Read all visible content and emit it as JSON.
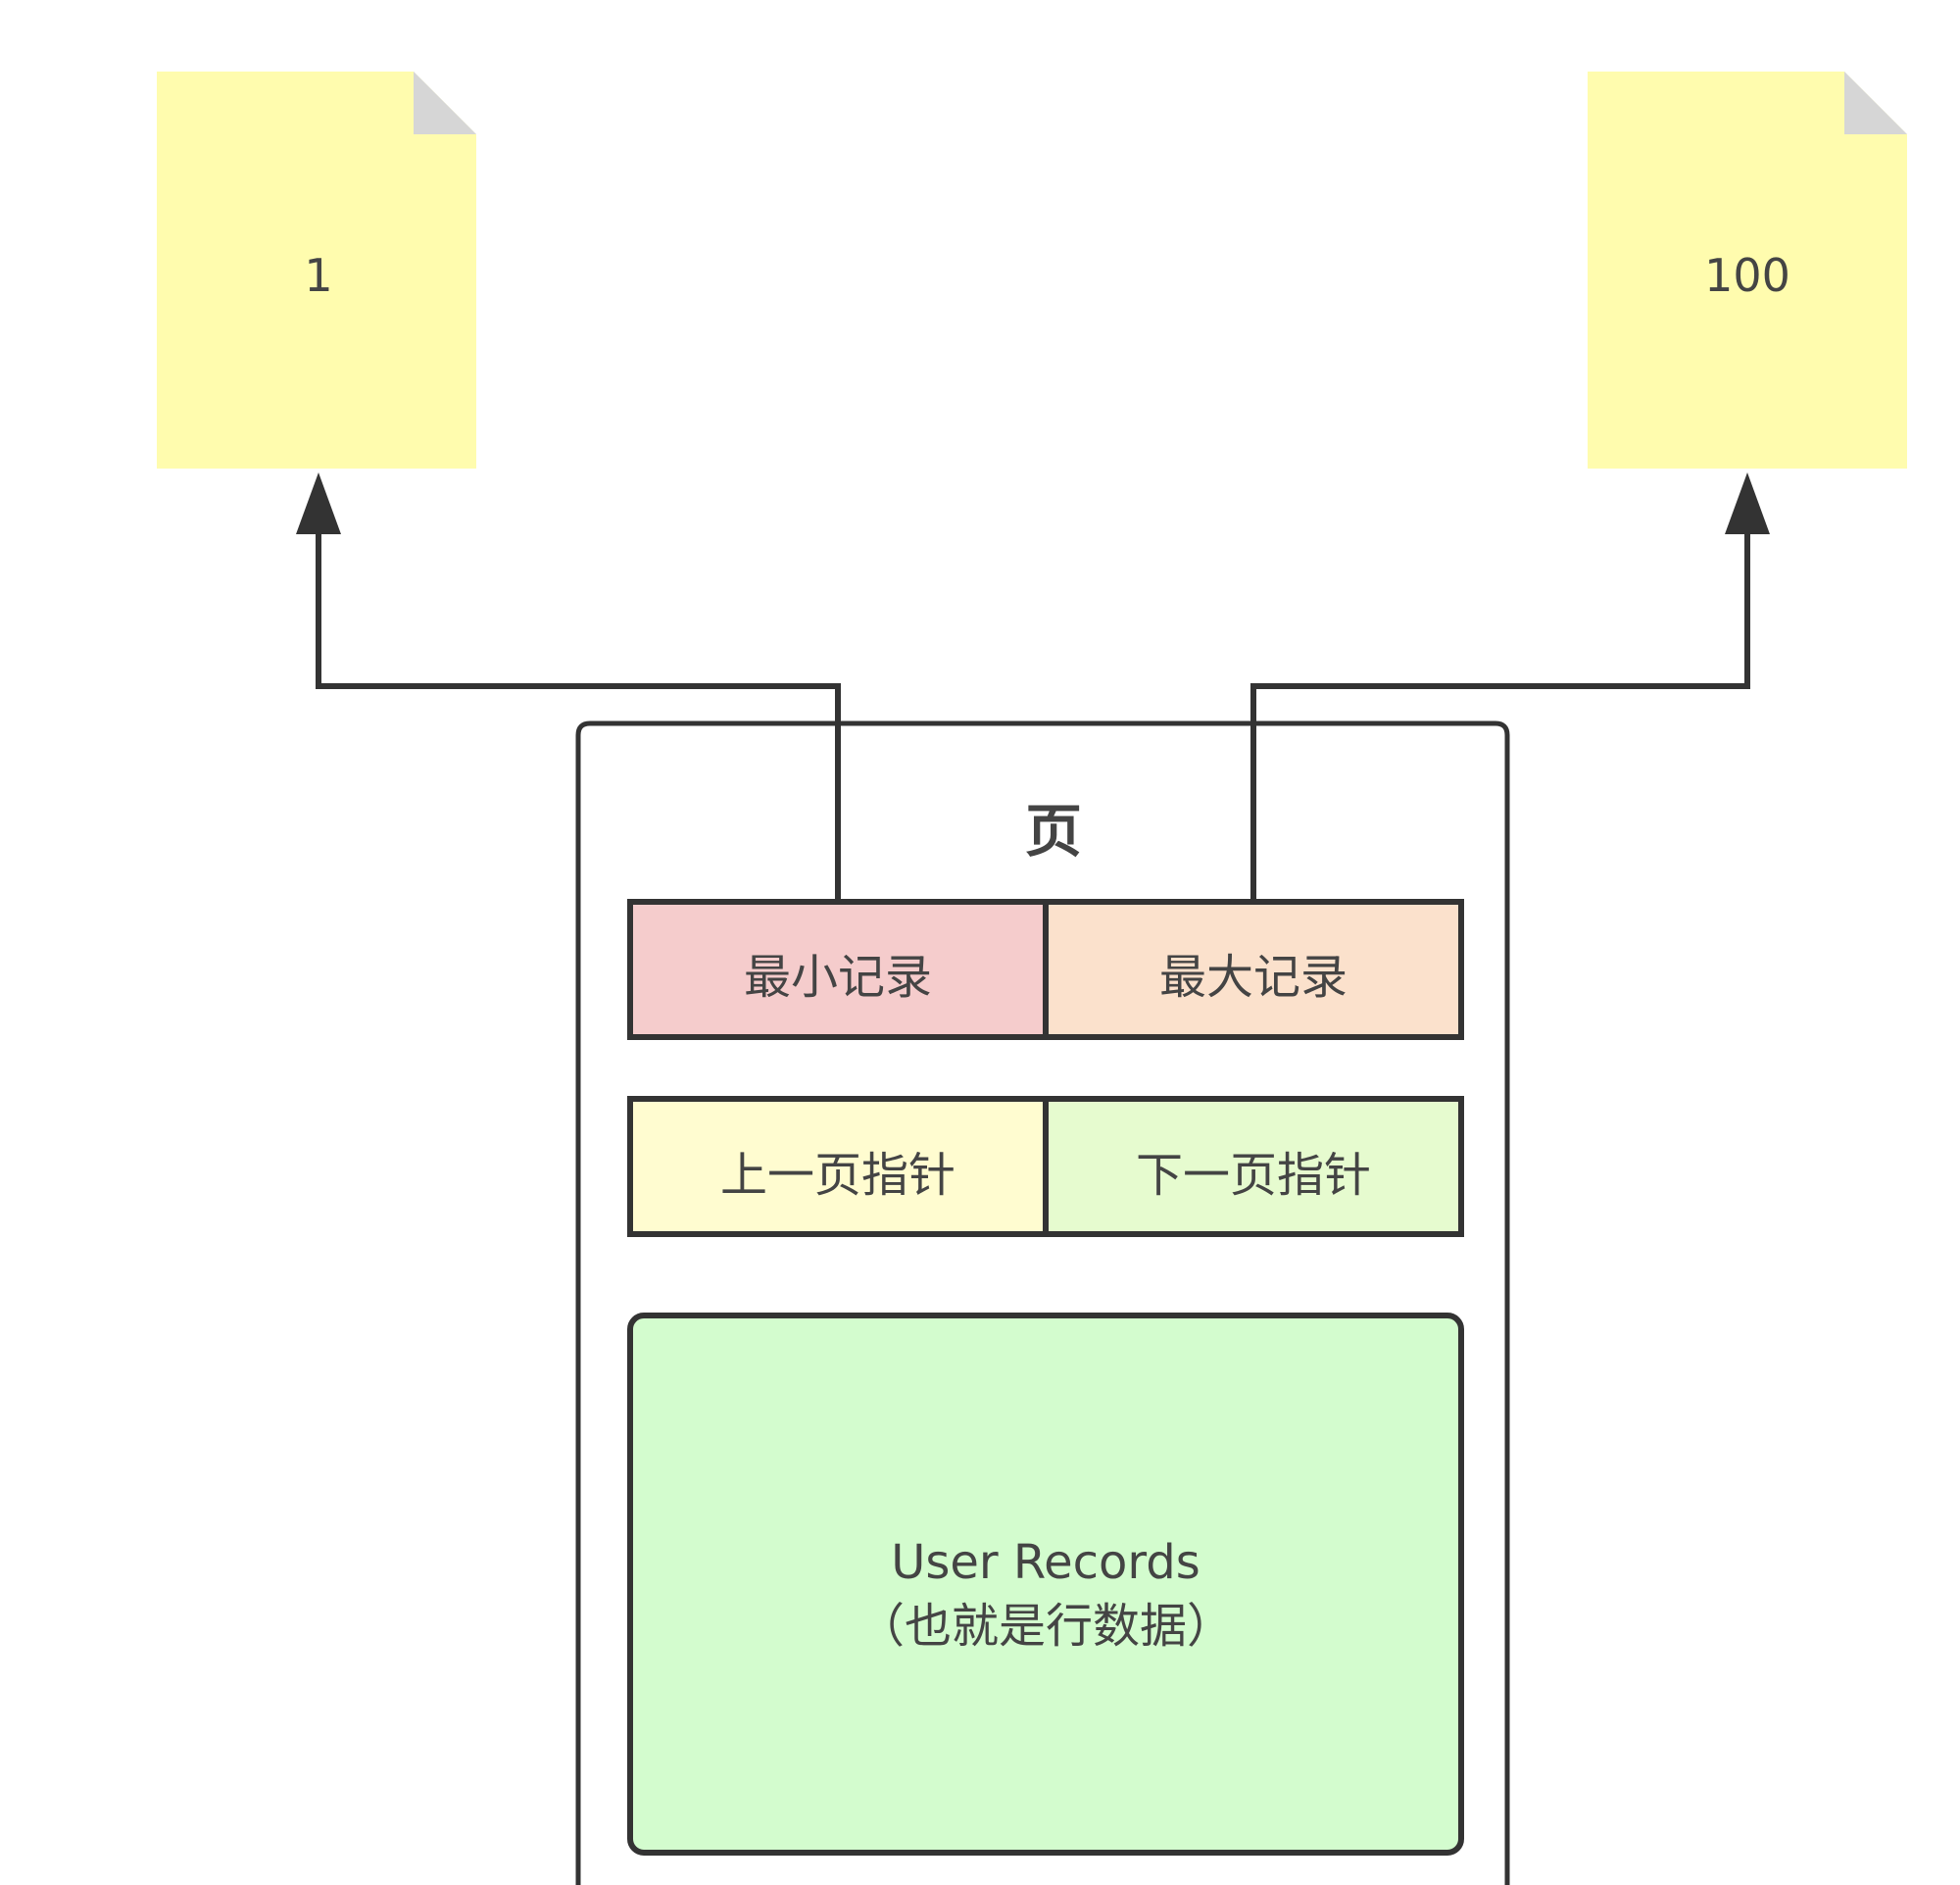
{
  "page": {
    "title": "页"
  },
  "header_cells": {
    "min_record": "最小记录",
    "max_record": "最大记录",
    "prev_pointer": "上一页指针",
    "next_pointer": "下一页指针"
  },
  "user_records": {
    "line1": "User Records",
    "line2": "（也就是行数据）"
  },
  "documents": {
    "left": "1",
    "right": "100"
  },
  "colors": {
    "document_fill": "#fffcae",
    "document_fold": "#d6d6d6",
    "min_record_fill": "#f5cccc",
    "max_record_fill": "#fbe1cc",
    "prev_pointer_fill": "#fffcd0",
    "next_pointer_fill": "#e6fbcf",
    "user_records_fill": "#d3fcce",
    "stroke": "#333333"
  }
}
